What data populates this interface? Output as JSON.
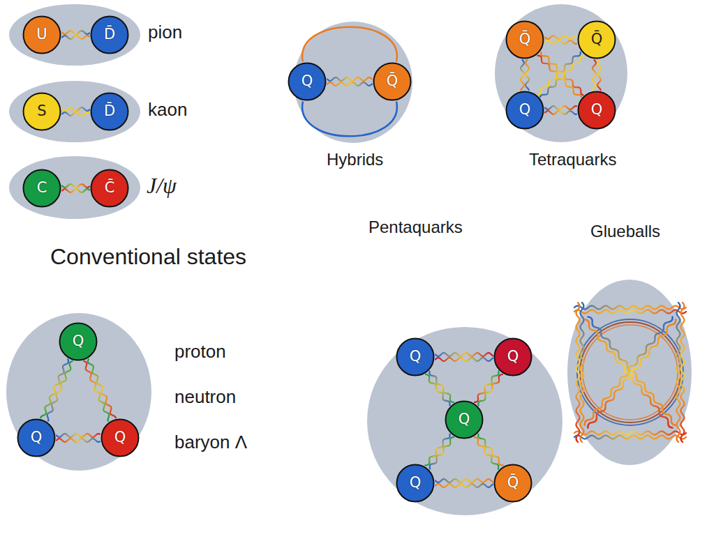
{
  "diagram": {
    "nodes": [
      {
        "text": [
          "pion"
        ]
      },
      {
        "text": [
          "U"
        ],
        "in": 0
      },
      {
        "text": [
          "D̄"
        ],
        "in": 0
      },
      {
        "text": [
          "kaon"
        ]
      },
      {
        "text": [
          "S"
        ],
        "in": 3
      },
      {
        "text": [
          "D̄"
        ],
        "in": 3
      },
      {
        "text": [
          "J/ψ"
        ]
      },
      {
        "text": [
          "C"
        ],
        "in": 6
      },
      {
        "text": [
          "C̄"
        ],
        "in": 6
      },
      {
        "text": [
          "Hybrids"
        ]
      },
      {
        "text": [
          "Q"
        ],
        "in": 9
      },
      {
        "text": [
          "Q̄"
        ],
        "in": 9
      },
      {
        "text": [
          "Tetraquarks"
        ]
      },
      {
        "text": [
          "Q̄"
        ],
        "in": 12
      },
      {
        "text": [
          "Q̄"
        ],
        "in": 12
      },
      {
        "text": [
          "Q"
        ],
        "in": 12
      },
      {
        "text": [
          "Q"
        ],
        "in": 12
      },
      {
        "text": [
          "Pentaquarks"
        ]
      },
      {
        "text": [
          "Q"
        ],
        "in": 17
      },
      {
        "text": [
          "Q"
        ],
        "in": 17
      },
      {
        "text": [
          "Q"
        ],
        "in": 17
      },
      {
        "text": [
          "Q"
        ],
        "in": 17
      },
      {
        "text": [
          "Q̄"
        ],
        "in": 17
      },
      {
        "text": [
          "Glueballs"
        ]
      },
      {
        "text": [
          "proton",
          "neutron",
          "baryon Λ"
        ]
      },
      {
        "text": [
          "Q"
        ],
        "in": 24
      },
      {
        "text": [
          "Q"
        ],
        "in": 24
      },
      {
        "text": [
          "Q"
        ],
        "in": 24
      }
    ],
    "edges": [
      {
        "from": 1,
        "to": 2,
        "arrow": "none"
      },
      {
        "from": 4,
        "to": 5,
        "arrow": "none"
      },
      {
        "from": 7,
        "to": 8,
        "arrow": "none"
      },
      {
        "from": 10,
        "to": 11,
        "arrow": "none"
      },
      {
        "from": 10,
        "to": 11,
        "arrow": "none"
      },
      {
        "from": 10,
        "to": 11,
        "arrow": "none"
      },
      {
        "from": 13,
        "to": 14,
        "arrow": "none"
      },
      {
        "from": 13,
        "to": 15,
        "arrow": "none"
      },
      {
        "from": 14,
        "to": 16,
        "arrow": "none"
      },
      {
        "from": 15,
        "to": 16,
        "arrow": "none"
      },
      {
        "from": 13,
        "to": 16,
        "arrow": "none"
      },
      {
        "from": 14,
        "to": 15,
        "arrow": "none"
      },
      {
        "from": 18,
        "to": 19,
        "arrow": "none"
      },
      {
        "from": 18,
        "to": 20,
        "arrow": "none"
      },
      {
        "from": 19,
        "to": 20,
        "arrow": "none"
      },
      {
        "from": 20,
        "to": 21,
        "arrow": "none"
      },
      {
        "from": 20,
        "to": 22,
        "arrow": "none"
      },
      {
        "from": 21,
        "to": 22,
        "arrow": "none"
      },
      {
        "from": 25,
        "to": 26,
        "arrow": "none"
      },
      {
        "from": 25,
        "to": 27,
        "arrow": "none"
      },
      {
        "from": 26,
        "to": 27,
        "arrow": "none"
      }
    ],
    "labels": [
      "Conventional states"
    ]
  }
}
